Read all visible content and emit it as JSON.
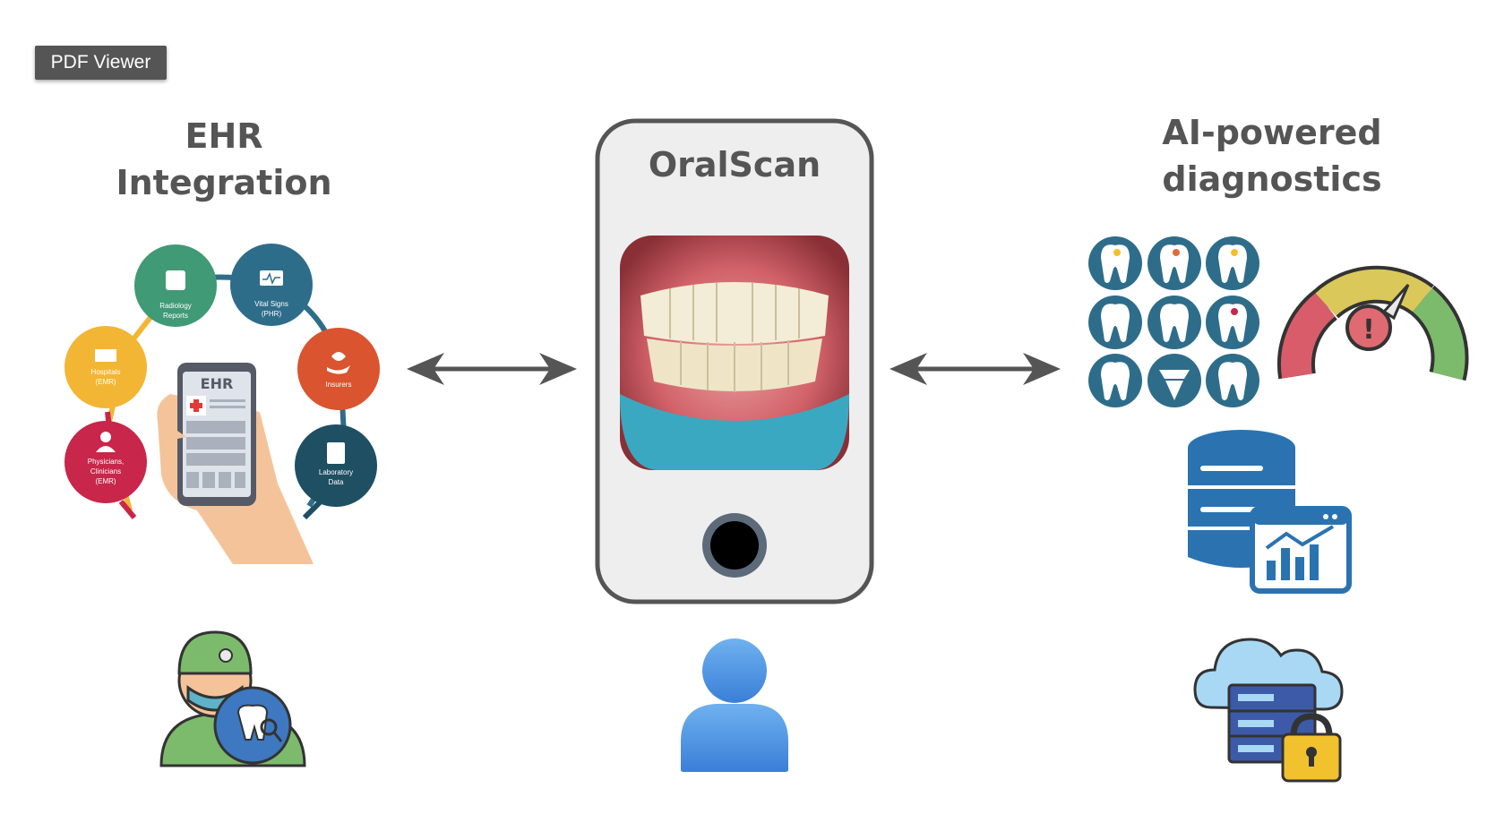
{
  "tooltip": {
    "label": "PDF Viewer"
  },
  "left": {
    "title_line1": "EHR",
    "title_line2": "Integration",
    "phone_label": "EHR",
    "circles": [
      {
        "line1": "Radiology",
        "line2": "Reports",
        "line3": "",
        "color": "#3f9a75"
      },
      {
        "line1": "Vital Signs",
        "line2": "(PHR)",
        "line3": "",
        "color": "#2e6d8a"
      },
      {
        "line1": "Insurers",
        "line2": "",
        "line3": "",
        "color": "#d9542f"
      },
      {
        "line1": "Laboratory",
        "line2": "Data",
        "line3": "",
        "color": "#1f4f63"
      },
      {
        "line1": "Hospitals",
        "line2": "(EMR)",
        "line3": "",
        "color": "#f2b634"
      },
      {
        "line1": "Physicians,",
        "line2": "Clinicians",
        "line3": "(EMR)",
        "color": "#c8264a"
      }
    ]
  },
  "center": {
    "app_title": "OralScan"
  },
  "right": {
    "title_line1": "AI-powered",
    "title_line2": "diagnostics"
  },
  "icons": {
    "dentist": "dentist-icon",
    "user": "user-icon",
    "database": "database-chart-icon",
    "cloud": "cloud-server-lock-icon",
    "gauge": "risk-gauge-icon",
    "teeth": "teeth-grid-icon"
  },
  "colors": {
    "arrow": "#555555",
    "tooth_circle": "#2e6d8a",
    "database_blue": "#2a73b0",
    "user_blue": "#4a90e2"
  }
}
